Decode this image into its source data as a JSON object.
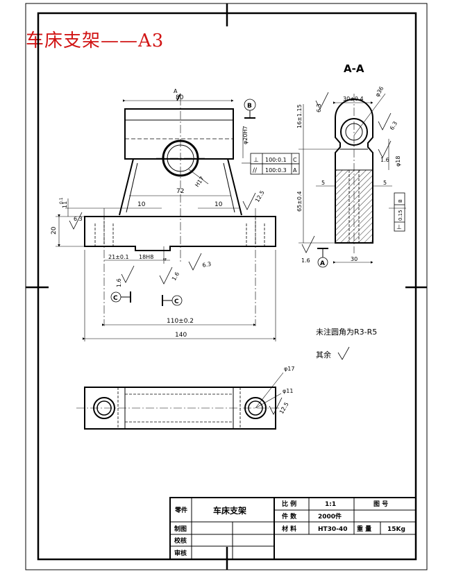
{
  "title": "车床支架——A3",
  "section_label": "A-A",
  "datum_a": "A",
  "datum_b": "B",
  "datum_c": "C",
  "cut_arrow_a": "A",
  "front": {
    "dim_width_top": "80",
    "dim_bore": "φ20H7",
    "dim_fit": "H17",
    "dim_72": "72",
    "dim_10a": "10",
    "dim_10b": "10",
    "dim_11": "11",
    "dim_11b": "0.1",
    "dim_20": "20",
    "dim_21": "21±0.1",
    "dim_18h8": "18H8",
    "dim_110": "110±0.2",
    "dim_140": "140",
    "dim_4": "4",
    "rough_63a": "6.3",
    "rough_125": "12.5",
    "rough_16a": "1.6",
    "rough_16b": "1.6",
    "rough_63b": "6.3"
  },
  "tolerance_frames": [
    {
      "symbol": "⊥",
      "value": "100:0.1",
      "datum": "C"
    },
    {
      "symbol": "//",
      "value": "100:0.3",
      "datum": "A"
    }
  ],
  "section": {
    "dim_top": "30±0.4",
    "dim_phi36": "φ36",
    "dim_16": "16±1.15",
    "dim_65": "65±0.4",
    "dim_phi18": "φ18",
    "dim_5a": "5",
    "dim_5b": "5",
    "dim_30": "30",
    "rough_63": "6.3",
    "rough_63r": "6.3",
    "rough_16": "1.6",
    "rough_16b": "1.6",
    "tol_value": "0.15",
    "tol_datum": "B",
    "tol_symbol": "⊥"
  },
  "notes": {
    "fillet": "未注圆角为R3-R5",
    "rest": "其余"
  },
  "top": {
    "dim_17": "φ17",
    "dim_11": "φ11",
    "rough_125": "12.5"
  },
  "title_block": {
    "part_name": "车床支架",
    "row_label_1": "零件",
    "scale_label": "比 例",
    "scale_value": "1:1",
    "drawing_no_label": "图 号",
    "qty_label": "件 数",
    "qty_value": "2000件",
    "drawn_label": "制图",
    "material_label": "材 料",
    "material_value": "HT30-40",
    "weight_label": "重 量",
    "weight_value": "15Kg",
    "check_label": "校核",
    "review_label": "审核"
  }
}
